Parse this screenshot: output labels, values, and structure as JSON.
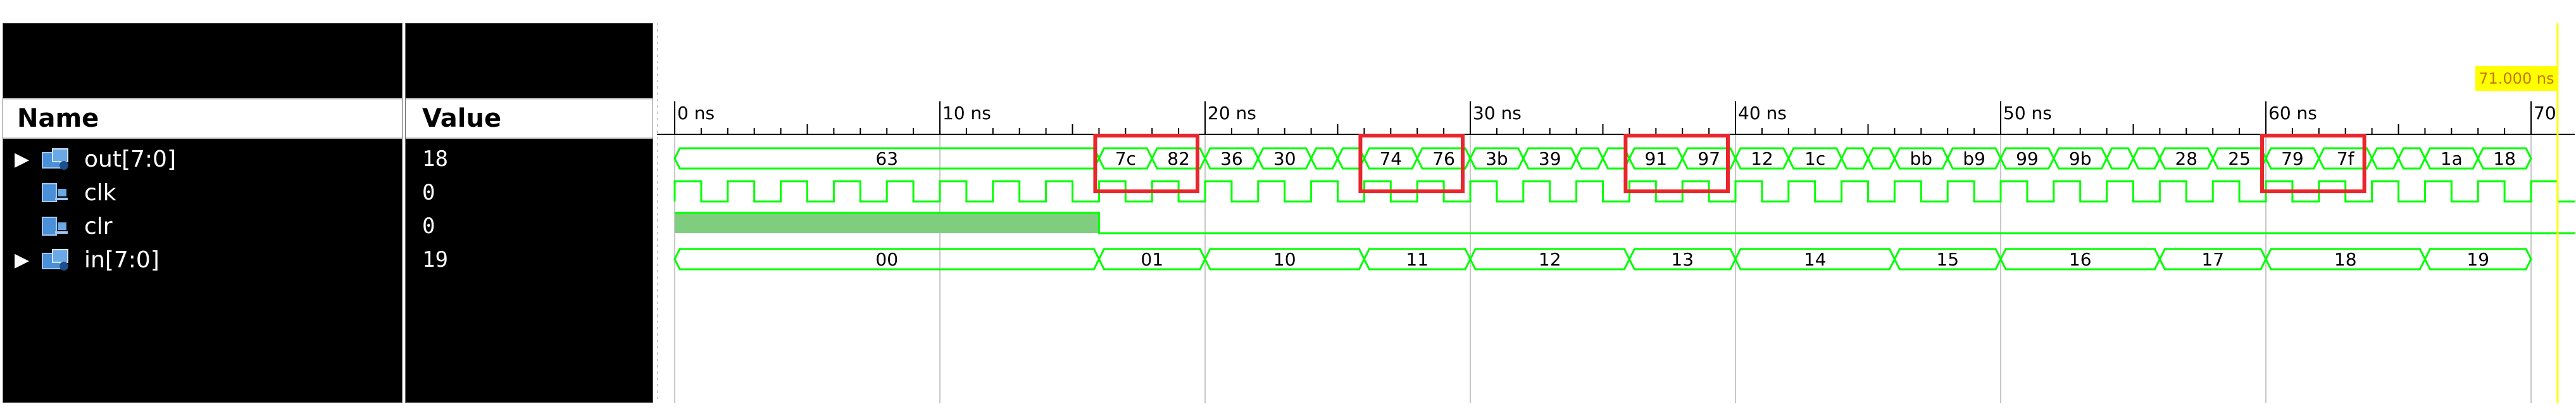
{
  "panes": {
    "name_header": "Name",
    "value_header": "Value"
  },
  "signals": [
    {
      "label": "out[7:0]",
      "value": "18",
      "icon": "bus-signal-icon",
      "expandable": true
    },
    {
      "label": "clk",
      "value": "0",
      "icon": "logic-signal-icon",
      "expandable": false
    },
    {
      "label": "clr",
      "value": "0",
      "icon": "logic-signal-icon",
      "expandable": false
    },
    {
      "label": "in[7:0]",
      "value": "19",
      "icon": "bus-signal-icon",
      "expandable": true
    }
  ],
  "timeline": {
    "cursor_label": "71.000 ns",
    "ticks": [
      "0 ns",
      "10 ns",
      "20 ns",
      "30 ns",
      "40 ns",
      "50 ns",
      "60 ns",
      "70"
    ],
    "major_times": [
      0,
      10,
      20,
      30,
      40,
      50,
      60,
      70
    ],
    "cursor_time": 71
  },
  "waveforms": {
    "out": [
      {
        "start": 0,
        "end": 16,
        "label": "63"
      },
      {
        "start": 16,
        "end": 18,
        "label": "7c"
      },
      {
        "start": 18,
        "end": 20,
        "label": "82"
      },
      {
        "start": 20,
        "end": 22,
        "label": "36"
      },
      {
        "start": 22,
        "end": 24,
        "label": "30"
      },
      {
        "start": 24,
        "end": 25,
        "label": ""
      },
      {
        "start": 25,
        "end": 26,
        "label": ""
      },
      {
        "start": 26,
        "end": 28,
        "label": "74"
      },
      {
        "start": 28,
        "end": 30,
        "label": "76"
      },
      {
        "start": 30,
        "end": 32,
        "label": "3b"
      },
      {
        "start": 32,
        "end": 34,
        "label": "39"
      },
      {
        "start": 34,
        "end": 35,
        "label": ""
      },
      {
        "start": 35,
        "end": 36,
        "label": ""
      },
      {
        "start": 36,
        "end": 38,
        "label": "91"
      },
      {
        "start": 38,
        "end": 40,
        "label": "97"
      },
      {
        "start": 40,
        "end": 42,
        "label": "12"
      },
      {
        "start": 42,
        "end": 44,
        "label": "1c"
      },
      {
        "start": 44,
        "end": 45,
        "label": ""
      },
      {
        "start": 45,
        "end": 46,
        "label": ""
      },
      {
        "start": 46,
        "end": 48,
        "label": "bb"
      },
      {
        "start": 48,
        "end": 50,
        "label": "b9"
      },
      {
        "start": 50,
        "end": 52,
        "label": "99"
      },
      {
        "start": 52,
        "end": 54,
        "label": "9b"
      },
      {
        "start": 54,
        "end": 55,
        "label": ""
      },
      {
        "start": 55,
        "end": 56,
        "label": ""
      },
      {
        "start": 56,
        "end": 58,
        "label": "28"
      },
      {
        "start": 58,
        "end": 60,
        "label": "25"
      },
      {
        "start": 60,
        "end": 62,
        "label": "79"
      },
      {
        "start": 62,
        "end": 64,
        "label": "7f"
      },
      {
        "start": 64,
        "end": 65,
        "label": ""
      },
      {
        "start": 65,
        "end": 66,
        "label": ""
      },
      {
        "start": 66,
        "end": 68,
        "label": "1a"
      },
      {
        "start": 68,
        "end": 70,
        "label": "18"
      }
    ],
    "in": [
      {
        "start": 0,
        "end": 16,
        "label": "00"
      },
      {
        "start": 16,
        "end": 20,
        "label": "01"
      },
      {
        "start": 20,
        "end": 26,
        "label": "10"
      },
      {
        "start": 26,
        "end": 30,
        "label": "11"
      },
      {
        "start": 30,
        "end": 36,
        "label": "12"
      },
      {
        "start": 36,
        "end": 40,
        "label": "13"
      },
      {
        "start": 40,
        "end": 46,
        "label": "14"
      },
      {
        "start": 46,
        "end": 50,
        "label": "15"
      },
      {
        "start": 50,
        "end": 56,
        "label": "16"
      },
      {
        "start": 56,
        "end": 60,
        "label": "17"
      },
      {
        "start": 60,
        "end": 66,
        "label": "18"
      },
      {
        "start": 66,
        "end": 70,
        "label": "19"
      }
    ],
    "clk_period": 2,
    "clr_high_until": 16
  },
  "highlights": [
    {
      "start": 16,
      "end": 20
    },
    {
      "start": 26,
      "end": 30
    },
    {
      "start": 36,
      "end": 40
    },
    {
      "start": 60,
      "end": 64
    }
  ],
  "colors": {
    "wave": "#00ff00",
    "clr_fill": "#7fce7f",
    "highlight": "#e8262c",
    "cursor": "#ffff00",
    "grid": "#c8c8c8"
  }
}
